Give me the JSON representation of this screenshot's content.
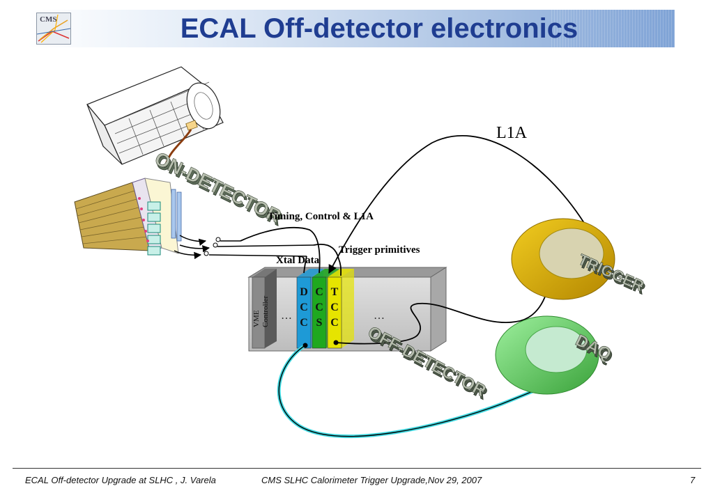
{
  "slide": {
    "title": "ECAL Off-detector electronics",
    "logo_text": "CMS"
  },
  "diagram": {
    "labels": {
      "l1a": "L1A",
      "timing": "Timing, Control & L1A",
      "trigger_primitives": "Trigger primitives",
      "xtal_data": "Xtal Data",
      "vme_controller": [
        "VME",
        "Controller"
      ],
      "ellipsis_left": "…",
      "ellipsis_right": "…"
    },
    "cards": [
      {
        "name": "dcc",
        "letters": [
          "D",
          "C",
          "C"
        ],
        "color": "#1e9ad6"
      },
      {
        "name": "ccs",
        "letters": [
          "C",
          "C",
          "S"
        ],
        "color": "#1fa81f"
      },
      {
        "name": "tcc",
        "letters": [
          "T",
          "C",
          "C"
        ],
        "color": "#e6e400"
      }
    ],
    "block_labels": {
      "on_detector": "ON-DETECTOR",
      "off_detector": "OFF-DETECTOR",
      "trigger": "TRIGGER",
      "daq": "DAQ"
    },
    "colors": {
      "trigger_ring": "#d4a600",
      "daq_ring": "#5fcf5f",
      "daq_link": "#3fd8e0",
      "block_text": "#a9b0a0"
    }
  },
  "footer": {
    "left": "ECAL Off-detector Upgrade at SLHC , J. Varela",
    "center": "CMS SLHC Calorimeter Trigger Upgrade,Nov 29, 2007",
    "page": "7"
  }
}
